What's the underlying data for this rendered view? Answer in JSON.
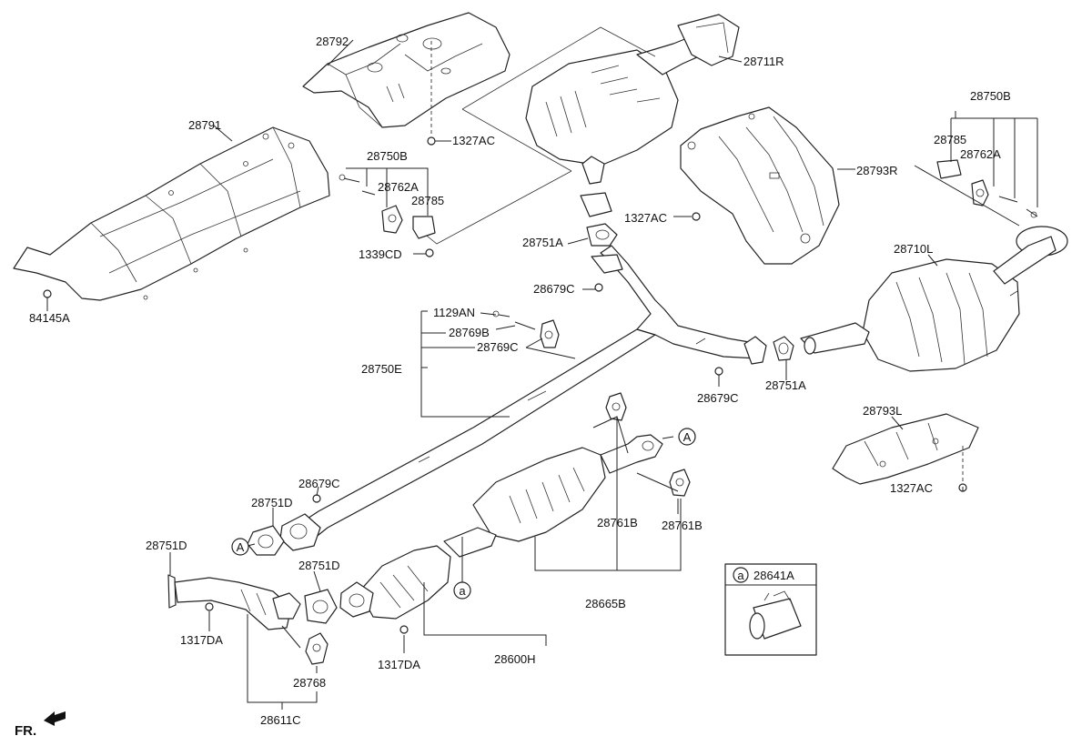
{
  "labels": {
    "p28792": "28792",
    "p28711R": "28711R",
    "p28791": "28791",
    "p1327AC_a": "1327AC",
    "p28750B_a": "28750B",
    "p28762A_a": "28762A",
    "p28785_a": "28785",
    "p1339CD": "1339CD",
    "p84145A": "84145A",
    "p28750B_b": "28750B",
    "p28785_b": "28785",
    "p28762A_b": "28762A",
    "p28793R": "28793R",
    "p1327AC_b": "1327AC",
    "p28751A_a": "28751A",
    "p28679C_a": "28679C",
    "p28710L": "28710L",
    "p1129AN": "1129AN",
    "p28769B": "28769B",
    "p28769C": "28769C",
    "p28750E": "28750E",
    "p28679C_b": "28679C",
    "p28751A_b": "28751A",
    "p28793L": "28793L",
    "p1327AC_c": "1327AC",
    "p28679C_c": "28679C",
    "p28751D_a": "28751D",
    "p28751D_b": "28751D",
    "p28751D_c": "28751D",
    "p28761B_a": "28761B",
    "p28761B_b": "28761B",
    "p28665B": "28665B",
    "p1317DA_a": "1317DA",
    "p1317DA_b": "1317DA",
    "p28768": "28768",
    "p28600H": "28600H",
    "p28611C": "28611C",
    "p28641A": "28641A",
    "fr": "FR."
  },
  "markers": {
    "ref_A": "A",
    "ref_a": "a"
  }
}
